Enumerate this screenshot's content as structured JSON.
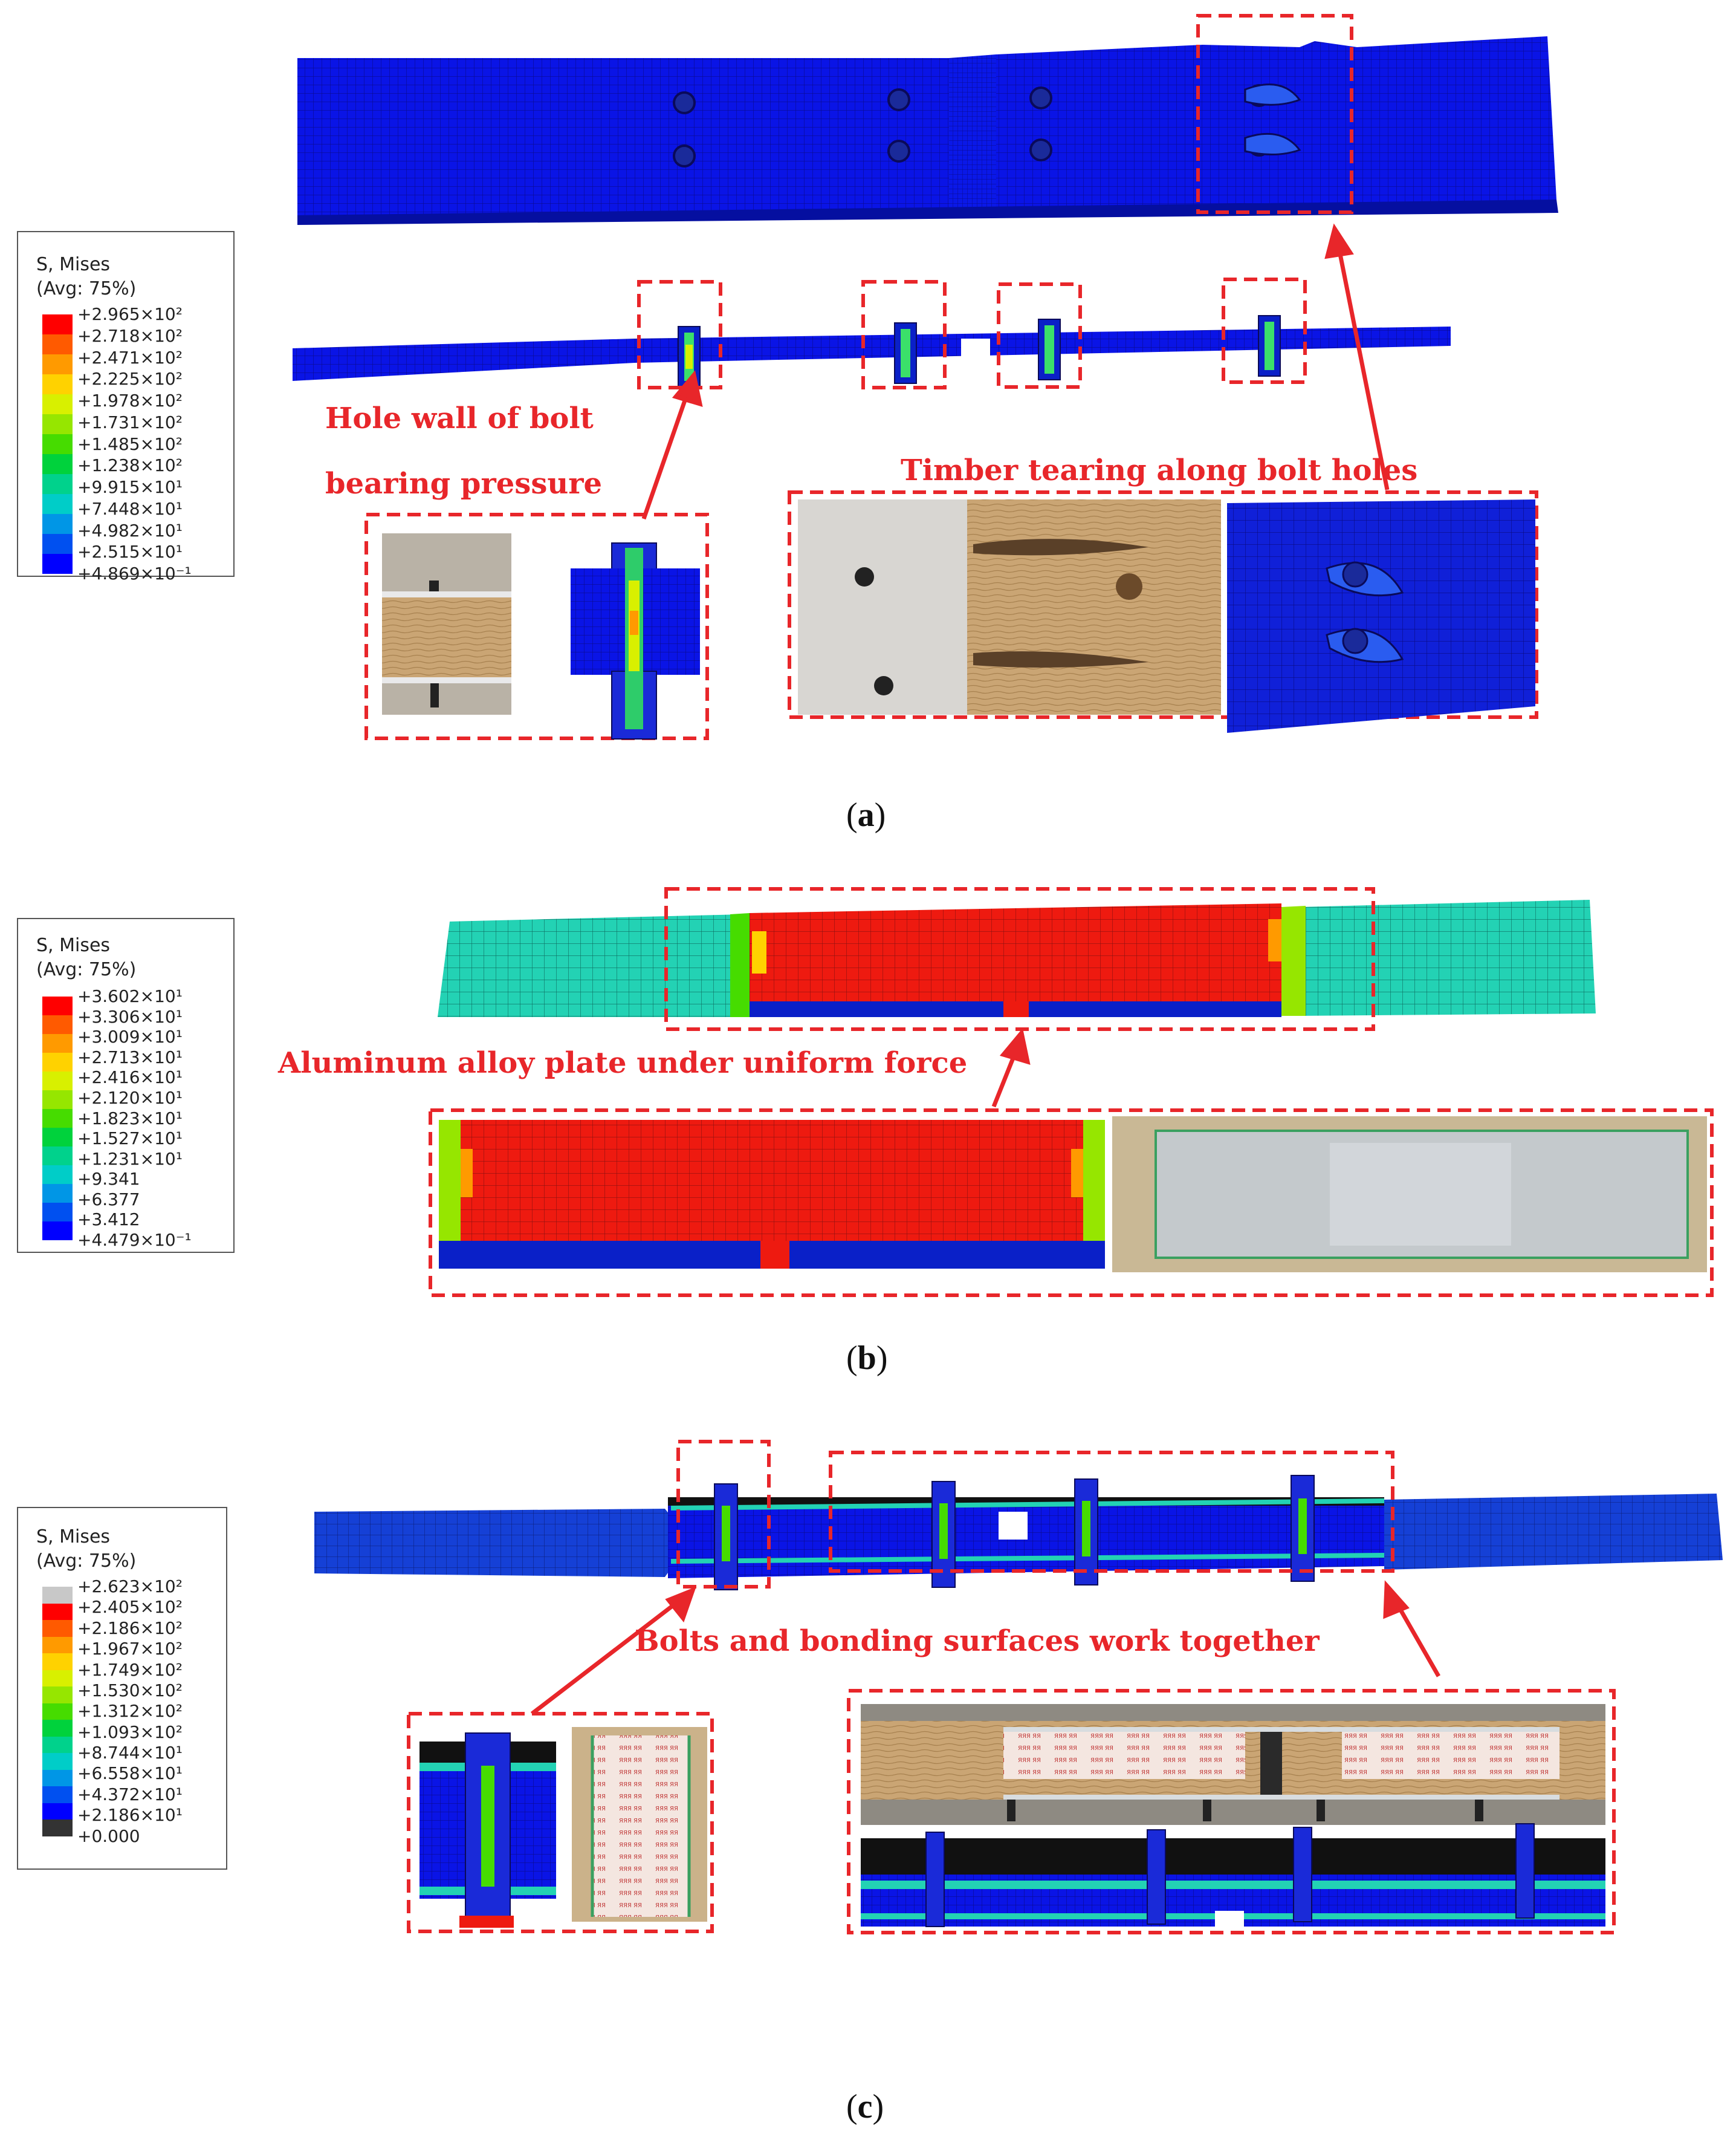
{
  "legend_a": {
    "title": "S, Mises",
    "avg": "(Avg: 75%)",
    "values": [
      "+2.965×10²",
      "+2.718×10²",
      "+2.471×10²",
      "+2.225×10²",
      "+1.978×10²",
      "+1.731×10²",
      "+1.485×10²",
      "+1.238×10²",
      "+9.915×10¹",
      "+7.448×10¹",
      "+4.982×10¹",
      "+2.515×10¹",
      "+4.869×10⁻¹"
    ],
    "colors": [
      "#ff0000",
      "#ff5a00",
      "#ff9a00",
      "#ffd200",
      "#d8f000",
      "#96e600",
      "#46dc00",
      "#00d23c",
      "#00d28c",
      "#00cdc8",
      "#0096e6",
      "#0050f0",
      "#0000ff"
    ]
  },
  "legend_b": {
    "title": "S, Mises",
    "avg": "(Avg: 75%)",
    "values": [
      "+3.602×10¹",
      "+3.306×10¹",
      "+3.009×10¹",
      "+2.713×10¹",
      "+2.416×10¹",
      "+2.120×10¹",
      "+1.823×10¹",
      "+1.527×10¹",
      "+1.231×10¹",
      "+9.341",
      "+6.377",
      "+3.412",
      "+4.479×10⁻¹"
    ],
    "colors": [
      "#ff0000",
      "#ff5a00",
      "#ff9a00",
      "#ffd200",
      "#d8f000",
      "#96e600",
      "#46dc00",
      "#00d23c",
      "#00d28c",
      "#00cdc8",
      "#0096e6",
      "#0050f0",
      "#0000ff"
    ]
  },
  "legend_c": {
    "title": "S, Mises",
    "avg": "(Avg: 75%)",
    "values": [
      "+2.623×10²",
      "+2.405×10²",
      "+2.186×10²",
      "+1.967×10²",
      "+1.749×10²",
      "+1.530×10²",
      "+1.312×10²",
      "+1.093×10²",
      "+8.744×10¹",
      "+6.558×10¹",
      "+4.372×10¹",
      "+2.186×10¹",
      "+0.000"
    ],
    "colors": [
      "#c8c8c8",
      "#ff0000",
      "#ff5a00",
      "#ff9a00",
      "#ffd200",
      "#d8f000",
      "#96e600",
      "#46dc00",
      "#00d23c",
      "#00d28c",
      "#00cdc8",
      "#0096e6",
      "#0050f0",
      "#0000ff",
      "#333333"
    ]
  },
  "annotations": {
    "a_hole_wall_1": "Hole wall of bolt",
    "a_hole_wall_2": "bearing pressure",
    "a_tearing": "Timber tearing along bolt holes",
    "b_uniform": "Aluminum alloy plate under uniform force",
    "c_together": "Bolts and bonding surfaces work together"
  },
  "captions": {
    "a": "a",
    "b": "b",
    "c": "c"
  },
  "colors": {
    "annotation_red": "#e8262a",
    "fem_blue": "#0a14e6",
    "fem_red": "#ee1a10",
    "fem_cyan": "#23d2b4"
  }
}
